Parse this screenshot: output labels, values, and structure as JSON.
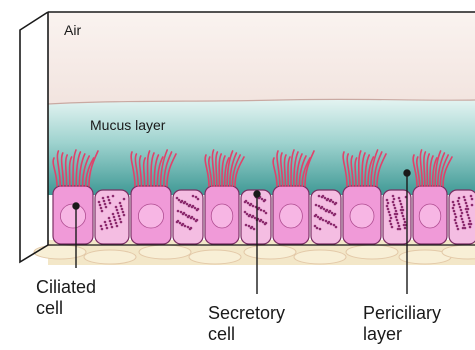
{
  "labels": {
    "air": "Air",
    "mucus": "Mucus layer",
    "ciliated_line1": "Ciliated",
    "ciliated_line2": "cell",
    "secretory_line1": "Secretory",
    "secretory_line2": "cell",
    "periciliary_line1": "Periciliary",
    "periciliary_line2": "layer"
  },
  "colors": {
    "air": "#f6ece8",
    "mucus_light": "#d8efec",
    "mucus_dark": "#4ea4a0",
    "ciliated_cell": "#f09ad8",
    "secretory_cell": "#f4bde2",
    "cilia": "#e0426a",
    "nucleus": "#8c2b6e",
    "base": "#f3e7c8",
    "outline": "#1a1a1a"
  }
}
